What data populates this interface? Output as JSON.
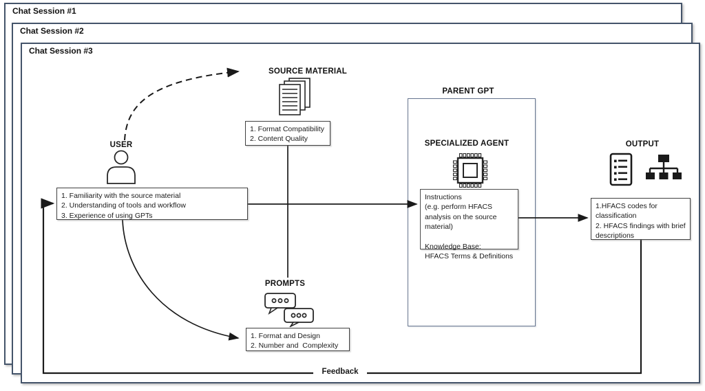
{
  "sessions": [
    {
      "label": "Chat Session #1"
    },
    {
      "label": "Chat Session #2"
    },
    {
      "label": "Chat Session #3"
    }
  ],
  "user": {
    "label": "USER",
    "box": {
      "items": [
        "1. Familiarity with the source material",
        "2. Understanding of tools and workflow",
        "3. Experience of using GPTs"
      ]
    }
  },
  "source_material": {
    "label": "SOURCE MATERIAL",
    "box": {
      "items": [
        "1. Format Compatibility",
        "2. Content Quality"
      ]
    }
  },
  "prompts": {
    "label": "PROMPTS",
    "box": {
      "items": [
        "1. Format and Design",
        "2. Number and  Complexity"
      ]
    }
  },
  "parent_gpt": {
    "label": "PARENT GPT",
    "agent_label": "SPECIALIZED AGENT",
    "instructions_box": {
      "lines": [
        "Instructions",
        "(e.g. perform HFACS analysis on the source material)",
        "",
        "Knowledge Base:",
        "HFACS Terms & Definitions"
      ]
    }
  },
  "output": {
    "label": "OUTPUT",
    "box": {
      "items": [
        "1.HFACS codes for classification",
        "2. HFACS findings with brief descriptions"
      ]
    }
  },
  "feedback": {
    "label": "Feedback"
  },
  "icons": {
    "user": "person-icon",
    "source_material": "documents-stack-icon",
    "prompts": "chat-bubbles-icon",
    "agent": "cpu-chip-icon",
    "output_list": "checklist-icon",
    "output_tree": "hierarchy-icon"
  },
  "colors": {
    "session_border": "#44546A",
    "parent_border": "#66758F",
    "box_border": "#404040",
    "line": "#1a1a1a",
    "background": "#ffffff"
  }
}
